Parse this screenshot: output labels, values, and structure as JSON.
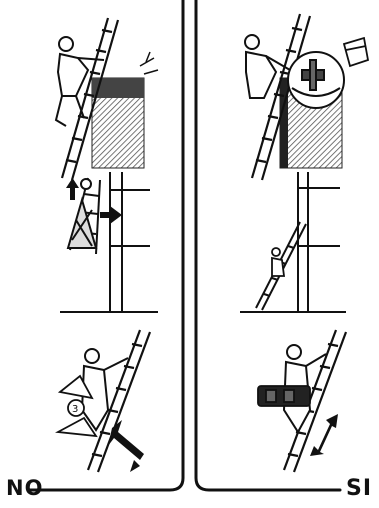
{
  "labels": {
    "left": "NO",
    "right": "SI"
  },
  "colors": {
    "ink": "#111111",
    "paper": "#ffffff",
    "hatch": "#555555"
  },
  "panels": [
    {
      "column": "left",
      "row": 1,
      "depicts": "worker-reaching-off-ladder-at-wall"
    },
    {
      "column": "left",
      "row": 2,
      "depicts": "worker-carrying-load-up-ladder-beside-scaffold"
    },
    {
      "column": "left",
      "row": 3,
      "depicts": "worker-climbing-with-tools-in-hands"
    },
    {
      "column": "right",
      "row": 1,
      "depicts": "worker-with-tools-close-to-wall"
    },
    {
      "column": "right",
      "row": 2,
      "depicts": "ladder-set-on-scaffold-correctly"
    },
    {
      "column": "right",
      "row": 3,
      "depicts": "worker-climbing-with-tool-belt"
    }
  ]
}
